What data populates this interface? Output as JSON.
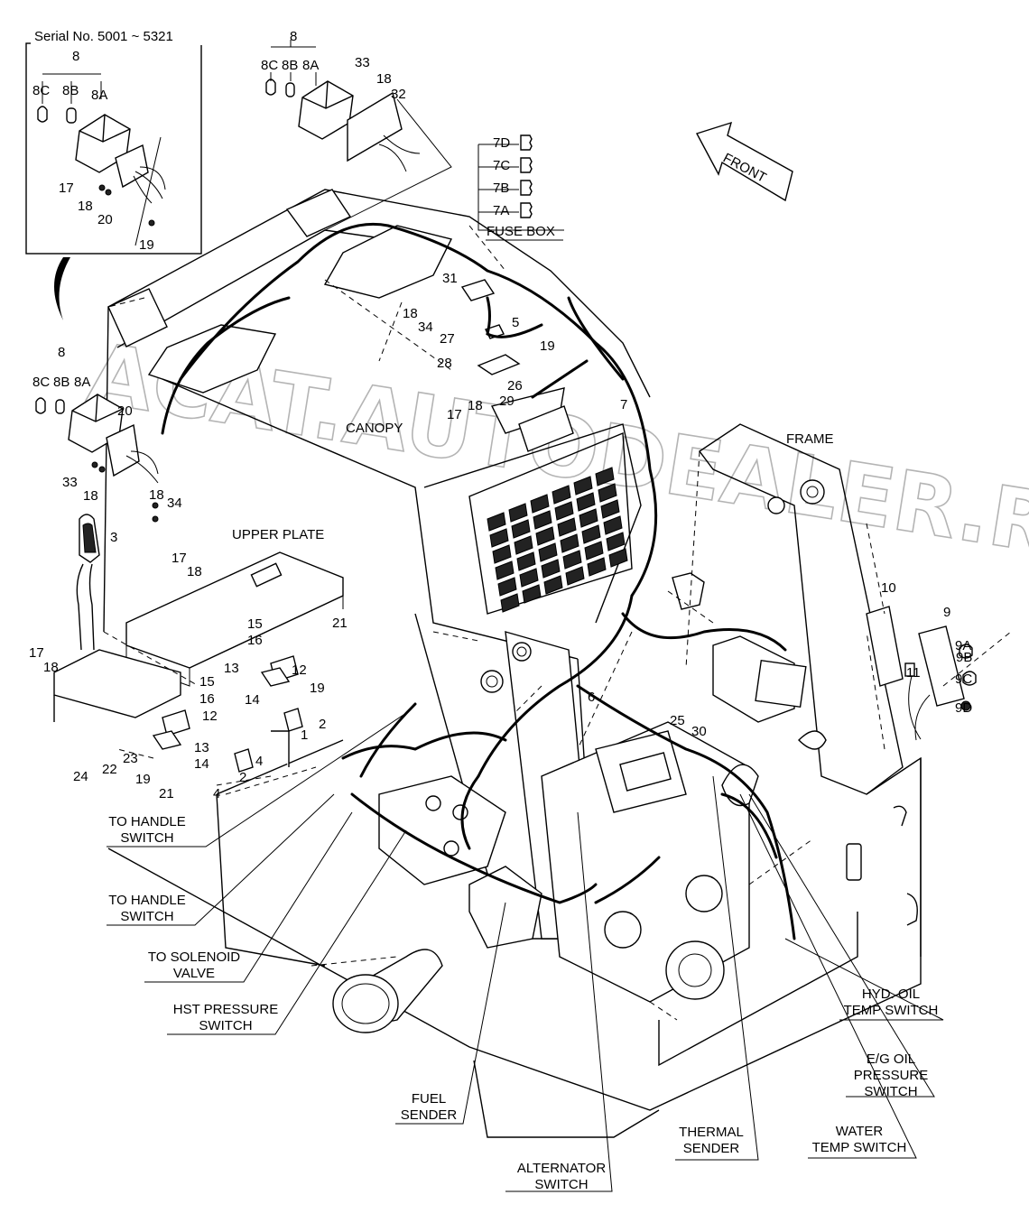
{
  "inset": {
    "serial": "Serial No. 5001 ~ 5321"
  },
  "labels": {
    "canopy": "CANOPY",
    "frame": "FRAME",
    "upper_plate": "UPPER PLATE",
    "fuse_box": "FUSE BOX",
    "front": "FRONT"
  },
  "notes": [
    {
      "lines": [
        "TO HANDLE",
        "SWITCH"
      ]
    },
    {
      "lines": [
        "TO HANDLE",
        "SWITCH"
      ]
    },
    {
      "lines": [
        "TO SOLENOID",
        "VALVE"
      ]
    },
    {
      "lines": [
        "HST PRESSURE",
        "SWITCH"
      ]
    },
    {
      "lines": [
        "FUEL",
        "SENDER"
      ]
    },
    {
      "lines": [
        "ALTERNATOR",
        "SWITCH"
      ]
    },
    {
      "lines": [
        "THERMAL",
        "SENDER"
      ]
    },
    {
      "lines": [
        "WATER",
        "TEMP SWITCH"
      ]
    },
    {
      "lines": [
        "E/G OIL",
        "PRESSURE",
        "SWITCH"
      ]
    },
    {
      "lines": [
        "HYD. OIL",
        "TEMP SWITCH"
      ]
    }
  ],
  "callouts": [
    "8",
    "8C",
    "8B",
    "8A",
    "17",
    "18",
    "20",
    "19",
    "8",
    "8C",
    "8B",
    "8A",
    "33",
    "18",
    "32",
    "7D",
    "7C",
    "7B",
    "7A",
    "31",
    "5",
    "18",
    "34",
    "27",
    "19",
    "28",
    "26",
    "17",
    "18",
    "29",
    "7",
    "8",
    "8C",
    "8B",
    "8A",
    "20",
    "33",
    "18",
    "18",
    "34",
    "3",
    "17",
    "18",
    "15",
    "16",
    "21",
    "13",
    "12",
    "14",
    "19",
    "17",
    "18",
    "15",
    "16",
    "12",
    "13",
    "14",
    "23",
    "22",
    "24",
    "19",
    "21",
    "4",
    "1",
    "2",
    "4",
    "2",
    "6",
    "25",
    "30",
    "10",
    "9",
    "9A",
    "9B",
    "11",
    "9C",
    "9D"
  ],
  "watermark": "ACAT.AUTODEALER.RU"
}
